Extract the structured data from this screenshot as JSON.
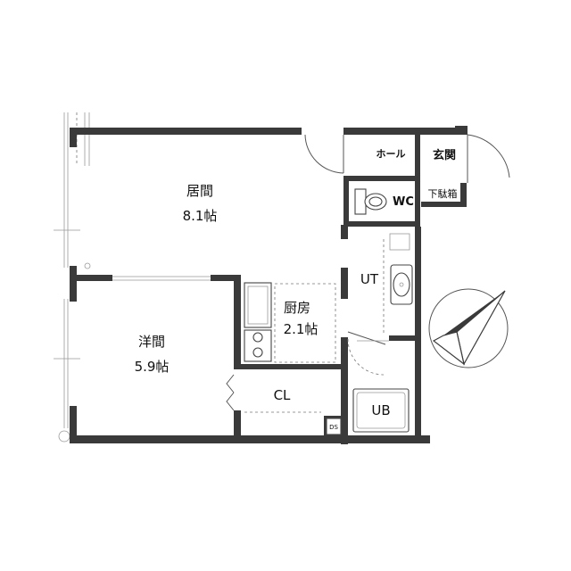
{
  "rooms": {
    "living": {
      "name": "居間",
      "size": "8.1帖"
    },
    "western": {
      "name": "洋間",
      "size": "5.9帖"
    },
    "kitchen": {
      "name": "厨房",
      "size": "2.1帖"
    },
    "hall": {
      "name": "ホール"
    },
    "entrance": {
      "name": "玄関"
    },
    "shoe_box": {
      "name": "下駄箱"
    },
    "toilet": {
      "name": "WC"
    },
    "utility": {
      "name": "UT"
    },
    "bath": {
      "name": "UB"
    },
    "closet": {
      "name": "CL"
    },
    "duct": {
      "name": "DS"
    }
  },
  "colors": {
    "wall": "#3a3a3a",
    "line": "#555555",
    "background": "#ffffff"
  },
  "icons": {
    "north_arrow": "north-arrow-icon"
  }
}
